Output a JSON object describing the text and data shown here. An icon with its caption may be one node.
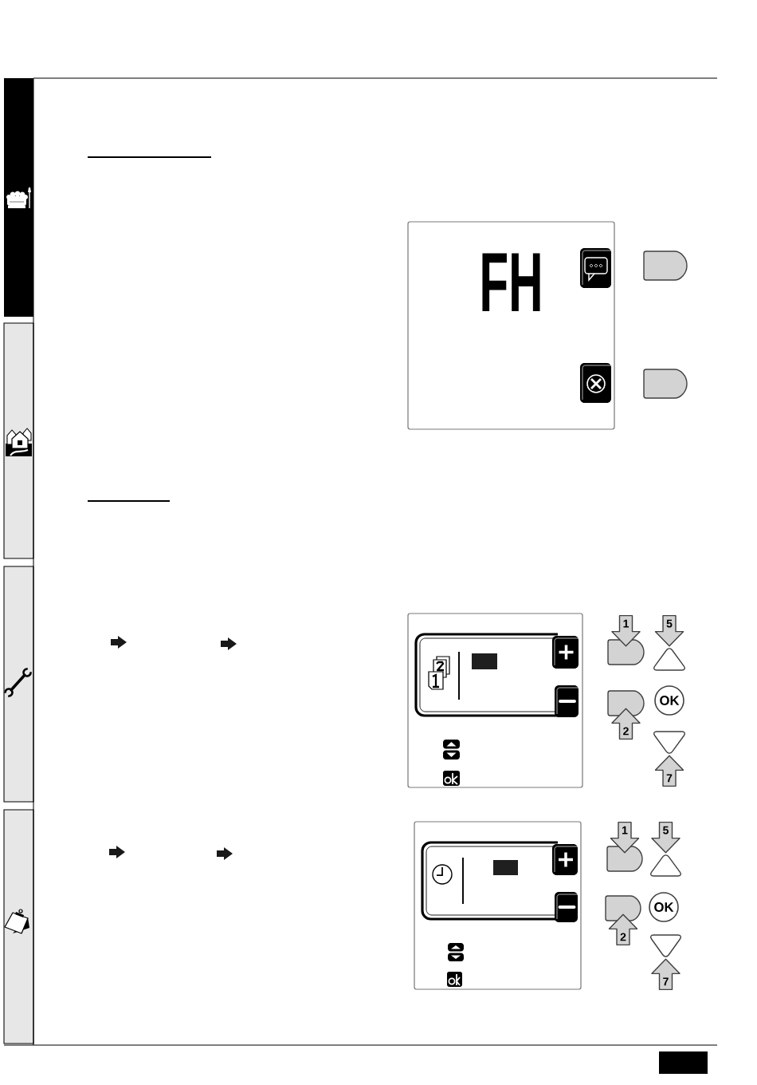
{
  "diagram": {
    "nodes": [
      {
        "text": [
          "FH"
        ]
      },
      {
        "text": [],
        "shape": "button"
      },
      {
        "text": [],
        "shape": "button"
      },
      {
        "text": [],
        "shape": "box"
      },
      {
        "text": [],
        "shape": "button"
      },
      {
        "text": [],
        "shape": "triangle"
      },
      {
        "text": [],
        "shape": "button"
      },
      {
        "text": [
          "OK"
        ]
      },
      {
        "text": [],
        "shape": "triangle"
      },
      {
        "text": [],
        "shape": "box"
      },
      {
        "text": [],
        "shape": "button"
      },
      {
        "text": [],
        "shape": "triangle"
      },
      {
        "text": [],
        "shape": "button"
      },
      {
        "text": [
          "OK"
        ]
      },
      {
        "text": [],
        "shape": "triangle"
      }
    ],
    "edges": [
      {
        "from": null,
        "to": 4,
        "arrow": "to",
        "label": "1"
      },
      {
        "from": null,
        "to": 5,
        "arrow": "to",
        "label": "5"
      },
      {
        "from": null,
        "to": 6,
        "arrow": "to",
        "label": "2"
      },
      {
        "from": null,
        "to": 8,
        "arrow": "to",
        "label": "7"
      },
      {
        "from": null,
        "to": 10,
        "arrow": "to",
        "label": "1"
      },
      {
        "from": null,
        "to": 11,
        "arrow": "to",
        "label": "5"
      },
      {
        "from": null,
        "to": 12,
        "arrow": "to",
        "label": "2"
      },
      {
        "from": null,
        "to": 14,
        "arrow": "to",
        "label": "7"
      }
    ]
  }
}
